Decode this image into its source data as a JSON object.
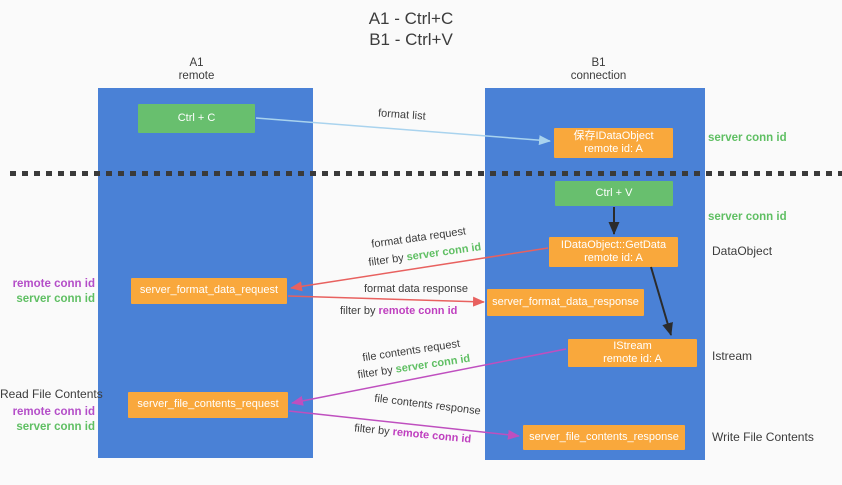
{
  "title": {
    "line1": "A1 - Ctrl+C",
    "line2": "B1 - Ctrl+V"
  },
  "columns": {
    "a1": {
      "name": "A1",
      "subtitle": "remote"
    },
    "b1": {
      "name": "B1",
      "subtitle": "connection"
    }
  },
  "boxes": {
    "ctrl_c": {
      "label": "Ctrl + C"
    },
    "save_idataobject": {
      "line1": "保存IDataObject",
      "line2": "remote id: A"
    },
    "ctrl_v": {
      "label": "Ctrl + V"
    },
    "getdata": {
      "line1": "IDataObject::GetData",
      "line2": "remote id: A"
    },
    "format_request": {
      "label": "server_format_data_request"
    },
    "format_response": {
      "label": "server_format_data_response"
    },
    "istream": {
      "line1": "IStream",
      "line2": "remote id: A"
    },
    "file_request": {
      "label": "server_file_contents_request"
    },
    "file_response": {
      "label": "server_file_contents_response"
    }
  },
  "messages": {
    "format_list": {
      "label": "format list"
    },
    "format_data_request": {
      "label": "format data request",
      "filter_prefix": "filter by ",
      "filter_key": "server conn id"
    },
    "format_data_response": {
      "label": "format data response",
      "filter_prefix": "filter by ",
      "filter_key": "remote conn id"
    },
    "file_contents_request": {
      "label": "file contents request",
      "filter_prefix": "filter by ",
      "filter_key": "server conn id"
    },
    "file_contents_response": {
      "label": "file contents response",
      "filter_prefix": "filter by ",
      "filter_key": "remote conn id"
    }
  },
  "annotations": {
    "right_server_conn_id_1": "server conn id",
    "right_server_conn_id_2": "server conn id",
    "dataobject": "DataObject",
    "istream": "Istream",
    "write_file_contents": "Write File Contents",
    "read_file_contents": "Read File Contents",
    "left_remote_conn_id_1": "remote conn id",
    "left_server_conn_id_1": "server conn id",
    "left_remote_conn_id_2": "remote conn id",
    "left_server_conn_id_2": "server conn id"
  },
  "colors": {
    "lifeline_blue": "#4a81d6",
    "action_green": "#68bf6e",
    "node_orange": "#f9a83c",
    "arrow_light_blue": "#a9d3ee",
    "arrow_red": "#e8615f",
    "arrow_magenta": "#bf4fbf",
    "arrow_black": "#2b2b2b",
    "label_green": "#5fbf63",
    "label_purple": "#b44ec8",
    "text_dark": "#3c3c3c",
    "background": "#fafafa"
  }
}
